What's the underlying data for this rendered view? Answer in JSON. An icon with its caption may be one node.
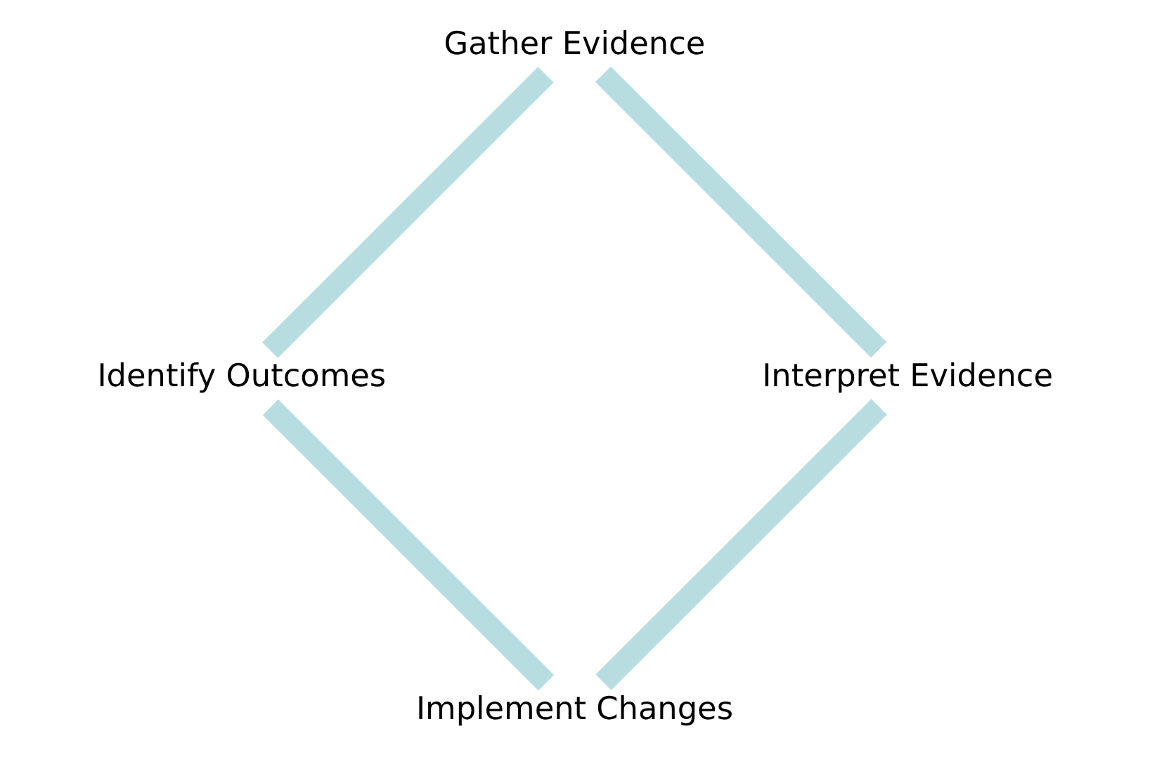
{
  "diagram": {
    "nodes": [
      {
        "text": [
          "Implement Changes"
        ]
      },
      {
        "text": [
          "Identify Outcomes"
        ]
      },
      {
        "text": [
          "Interpret Evidence"
        ]
      },
      {
        "text": [
          "Gather Evidence"
        ]
      }
    ],
    "edges": [
      {
        "from": 0,
        "to": 1,
        "arrow": "none"
      },
      {
        "from": 1,
        "to": 3,
        "arrow": "none"
      },
      {
        "from": 3,
        "to": 2,
        "arrow": "none"
      },
      {
        "from": 2,
        "to": 0,
        "arrow": "none"
      }
    ]
  }
}
